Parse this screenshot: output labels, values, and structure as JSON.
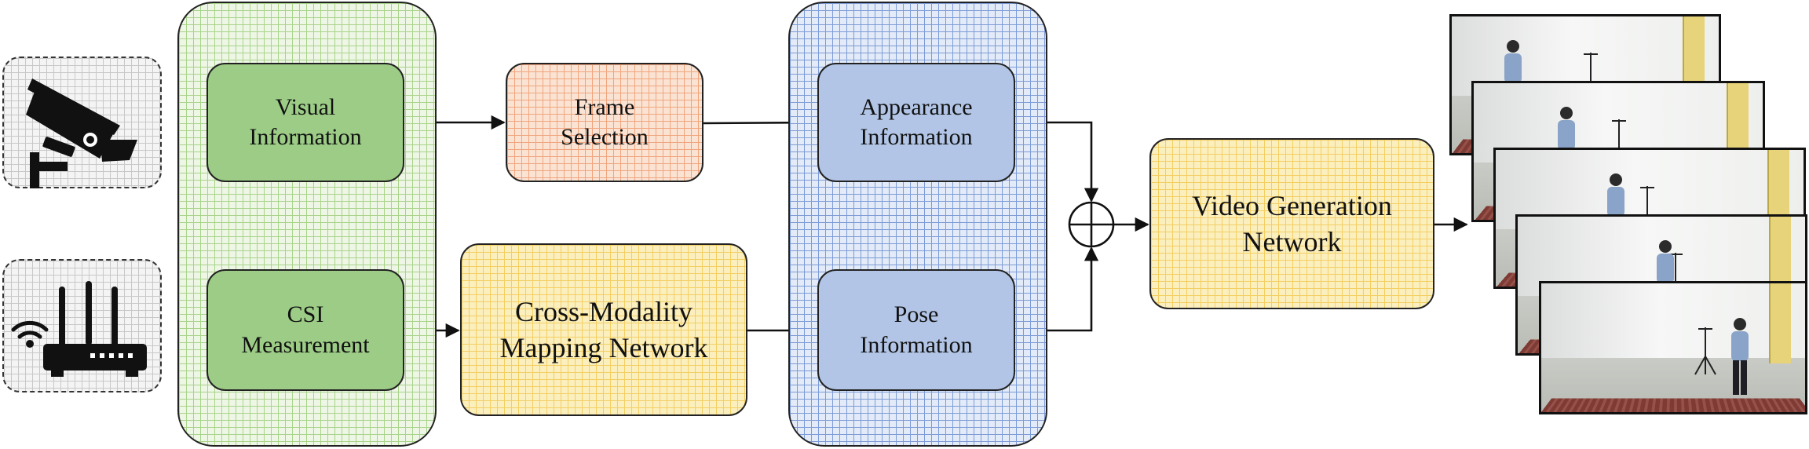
{
  "blocks": {
    "visual_information": "Visual\nInformation",
    "csi_measurement": "CSI\nMeasurement",
    "frame_selection": "Frame\nSelection",
    "cross_modality": "Cross-Modality\nMapping Network",
    "appearance_information": "Appearance\nInformation",
    "pose_information": "Pose\nInformation",
    "video_generation": "Video Generation\nNetwork"
  },
  "icons": {
    "camera": "security-camera-icon",
    "router": "wifi-router-icon",
    "fusion": "circle-plus-icon"
  },
  "colors": {
    "visual_panel": "#9ccc86",
    "feature_panel": "#b2c5e6",
    "frame_selection": "#f0a57e",
    "mapping_network": "#f3cf63",
    "outline": "#222222"
  },
  "output_frames": {
    "count": 5
  }
}
